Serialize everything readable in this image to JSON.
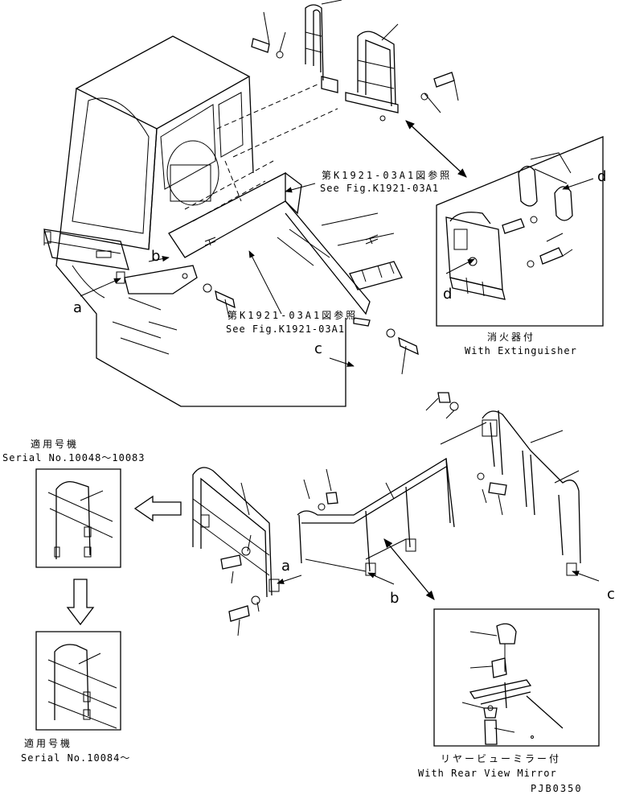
{
  "references": {
    "upper_jp": "第K1921-03A1図参照",
    "upper_en": "See Fig.K1921-03A1",
    "lower_jp": "第K1921-03A1図参照",
    "lower_en": "See Fig.K1921-03A1"
  },
  "extinguisher_box": {
    "jp": "消火器付",
    "en": "With Extinguisher",
    "label_d_top": "d",
    "label_d_bottom": "d"
  },
  "serial_upper": {
    "jp": "適用号機",
    "en": "Serial No.10048～10083"
  },
  "serial_lower": {
    "jp": "適用号機",
    "en": "Serial No.10084～"
  },
  "mirror_box": {
    "jp": "リヤービューミラー付",
    "en": "With Rear View Mirror"
  },
  "markers": {
    "a_upper": "a",
    "b_upper": "b",
    "c_upper": "c",
    "a_lower": "a",
    "b_lower": "b",
    "c_lower": "c"
  },
  "drawing_code": "PJB0350"
}
